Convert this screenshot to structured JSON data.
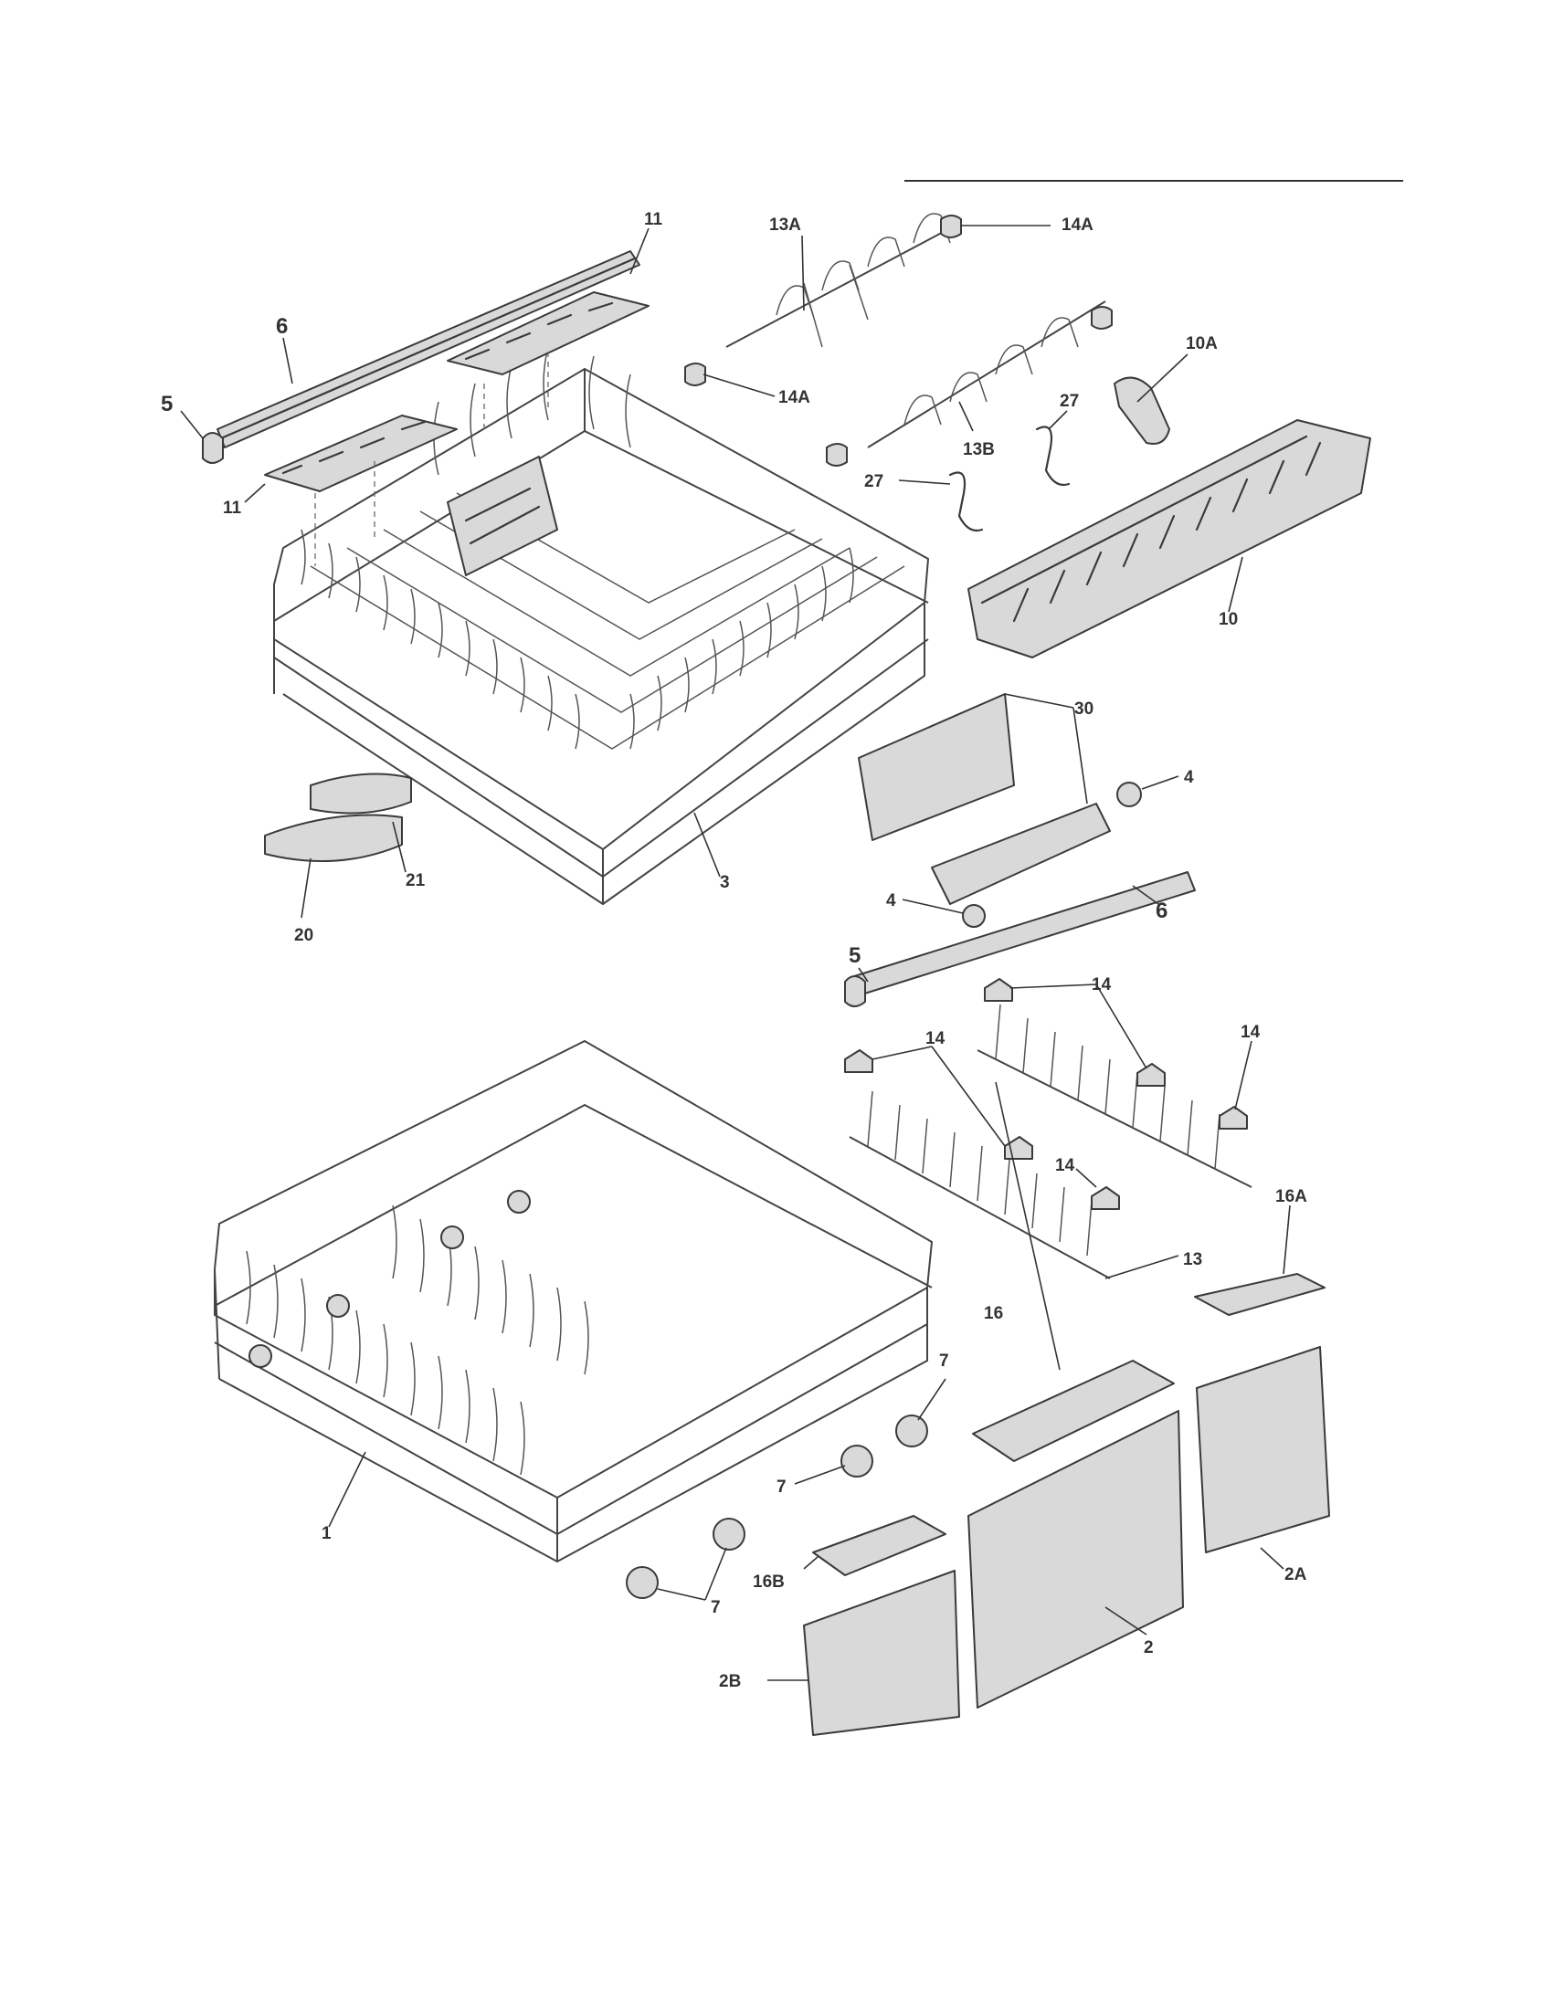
{
  "callouts": {
    "c11_top": "11",
    "c6_top": "6",
    "c5_top": "5",
    "c11_left": "11",
    "c13A": "13A",
    "c14A_top": "14A",
    "c14A_mid": "14A",
    "c10A": "10A",
    "c27_right": "27",
    "c27_left": "27",
    "c13B": "13B",
    "c10": "10",
    "c30": "30",
    "c4_right": "4",
    "c4_left": "4",
    "c21": "21",
    "c20": "20",
    "c3": "3",
    "c6_mid": "6",
    "c5_mid": "5",
    "c14_a": "14",
    "c14_b": "14",
    "c14_c": "14",
    "c14_d": "14",
    "c16A": "16A",
    "c13": "13",
    "c16": "16",
    "c7_a": "7",
    "c7_b": "7",
    "c7_c": "7",
    "c1": "1",
    "c16B": "16B",
    "c2A": "2A",
    "c2B": "2B",
    "c2": "2"
  }
}
